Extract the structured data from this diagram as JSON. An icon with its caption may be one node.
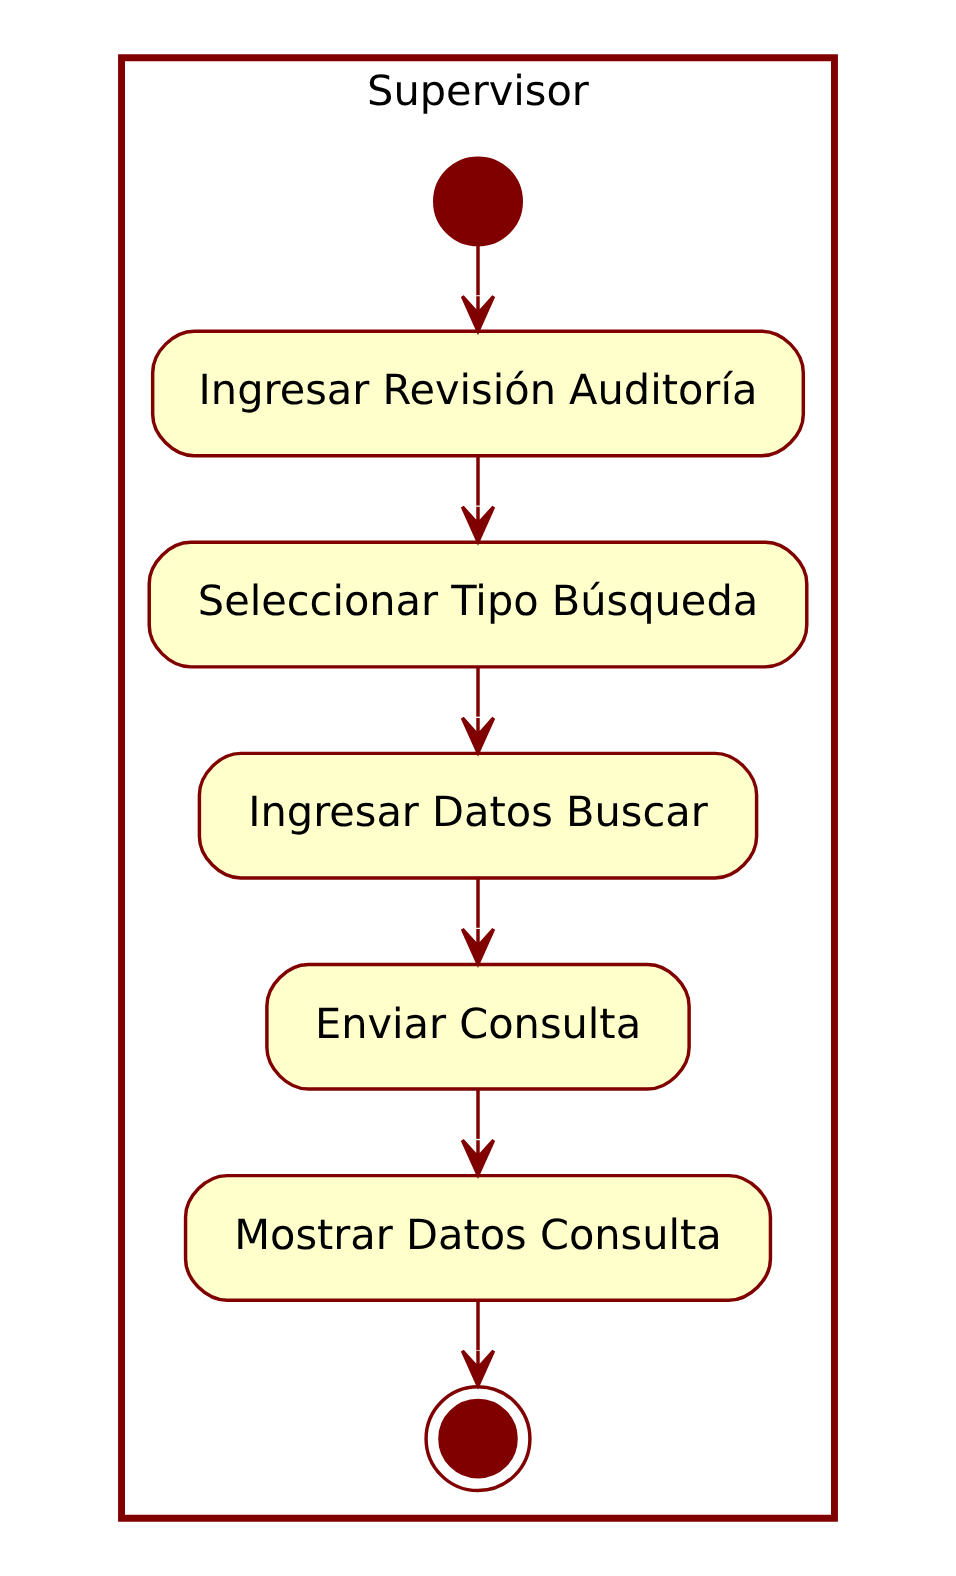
{
  "diagram": {
    "nodes": [
      {
        "text": [
          "Supervisor"
        ]
      },
      {
        "text": [],
        "shape": "circle",
        "in": 0
      },
      {
        "text": [
          "Ingresar Revisión Auditoría"
        ],
        "in": 0
      },
      {
        "text": [
          "Seleccionar Tipo Búsqueda"
        ],
        "in": 0
      },
      {
        "text": [
          "Ingresar Datos Buscar"
        ],
        "in": 0
      },
      {
        "text": [
          "Enviar Consulta"
        ],
        "in": 0
      },
      {
        "text": [
          "Mostrar Datos Consulta"
        ],
        "in": 0
      },
      {
        "text": [],
        "shape": "doublecircle",
        "in": 0
      }
    ],
    "edges": [
      {
        "from": 1,
        "to": 2,
        "arrow": "to"
      },
      {
        "from": 2,
        "to": 3,
        "arrow": "to"
      },
      {
        "from": 3,
        "to": 4,
        "arrow": "to"
      },
      {
        "from": 4,
        "to": 5,
        "arrow": "to"
      },
      {
        "from": 5,
        "to": 6,
        "arrow": "to"
      },
      {
        "from": 6,
        "to": 7,
        "arrow": "to"
      }
    ]
  }
}
